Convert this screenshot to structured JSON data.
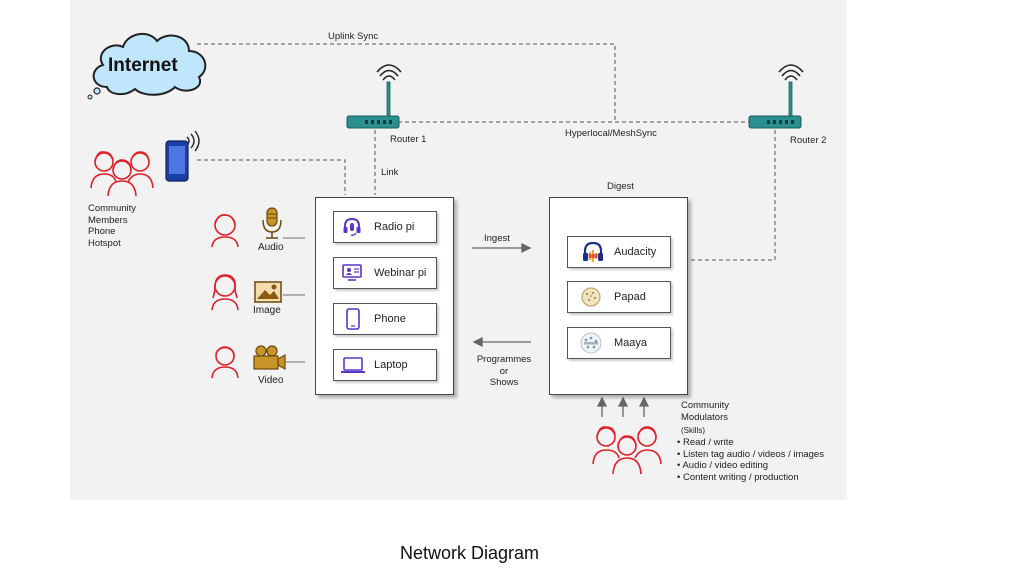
{
  "internet": {
    "label": "Internet"
  },
  "connections": {
    "uplink": "Uplink Sync",
    "mesh": "Hyperlocal/MeshSync",
    "link": "Link",
    "ingest": "Ingest",
    "programmes": [
      "Programmes",
      "or",
      "Shows"
    ]
  },
  "routers": [
    {
      "label": "Router 1"
    },
    {
      "label": "Router 2"
    }
  ],
  "community_members": {
    "lines": [
      "Community",
      "Members",
      "Phone",
      "Hotspot"
    ]
  },
  "media": [
    {
      "label": "Audio",
      "icon": "microphone-icon"
    },
    {
      "label": "Image",
      "icon": "image-icon"
    },
    {
      "label": "Video",
      "icon": "video-camera-icon"
    }
  ],
  "devices": [
    {
      "label": "Radio pi",
      "icon": "headset-mic-icon"
    },
    {
      "label": "Webinar pi",
      "icon": "webinar-icon"
    },
    {
      "label": "Phone",
      "icon": "phone-icon"
    },
    {
      "label": "Laptop",
      "icon": "laptop-icon"
    }
  ],
  "digest": {
    "title": "Digest",
    "tools": [
      {
        "label": "Audacity",
        "icon": "audacity-logo-icon"
      },
      {
        "label": "Papad",
        "icon": "papad-logo-icon"
      },
      {
        "label": "Maaya",
        "icon": "maaya-logo-icon"
      }
    ]
  },
  "modulators": {
    "title_lines": [
      "Community",
      "Modulators"
    ],
    "skills_label": "(Skills)",
    "skills": [
      "Read / write",
      "Listen tag audio / videos / images",
      "Audio / video editing",
      "Content writing / production"
    ]
  },
  "caption": "Network Diagram",
  "colors": {
    "person": "#e0202a",
    "router": "#2a8f8f",
    "purple": "#5a35c8",
    "media_brown": "#8a5a10",
    "phone_blue": "#1c3fa0"
  }
}
